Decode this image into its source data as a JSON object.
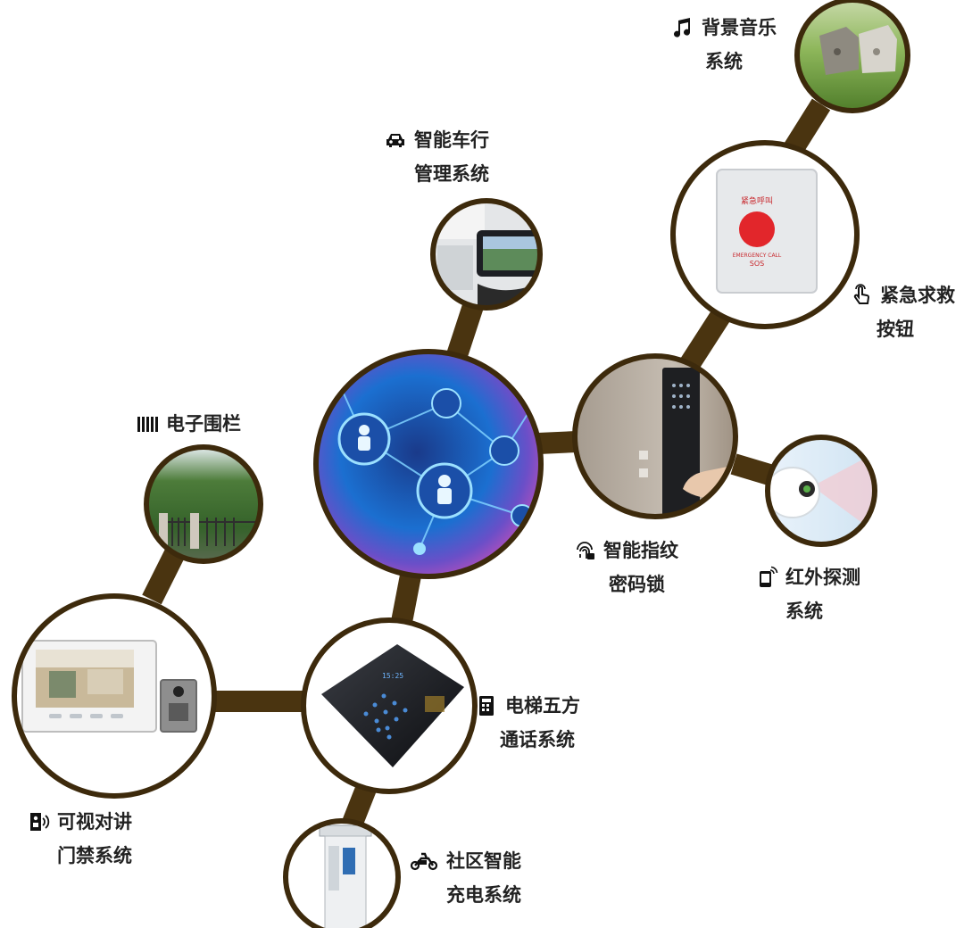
{
  "colors": {
    "connector": "#4a3410",
    "ring": "#3d2a0c",
    "text": "#222222",
    "hub_blue": "#2a8fe0",
    "hub_pink": "#c94fb8"
  },
  "hub": {
    "icon": "network-people-icon"
  },
  "systems": [
    {
      "id": "background-music",
      "icon": "music-note-icon",
      "line1": "背景音乐",
      "line2": "系统"
    },
    {
      "id": "smart-parking",
      "icon": "car-icon",
      "line1": "智能车行",
      "line2": "管理系统"
    },
    {
      "id": "emergency-button",
      "icon": "touch-hand-icon",
      "line1": "紧急求救",
      "line2": "按钮",
      "photo_text": {
        "top": "紧急呼叫",
        "mid": "EMERGENCY CALL",
        "bottom": "SOS"
      }
    },
    {
      "id": "electronic-fence",
      "icon": "fence-icon",
      "line1": "电子围栏",
      "line2": ""
    },
    {
      "id": "fingerprint-lock",
      "icon": "fingerprint-icon",
      "line1": "智能指纹",
      "line2": "密码锁"
    },
    {
      "id": "infrared-detection",
      "icon": "phone-signal-icon",
      "line1": "红外探测",
      "line2": "系统"
    },
    {
      "id": "elevator-intercom",
      "icon": "elevator-panel-icon",
      "line1": "电梯五方",
      "line2": "通话系统",
      "photo_text": {
        "display": "15:25"
      }
    },
    {
      "id": "video-intercom",
      "icon": "intercom-icon",
      "line1": "可视对讲",
      "line2": "门禁系统"
    },
    {
      "id": "community-charging",
      "icon": "scooter-icon",
      "line1": "社区智能",
      "line2": "充电系统"
    }
  ]
}
